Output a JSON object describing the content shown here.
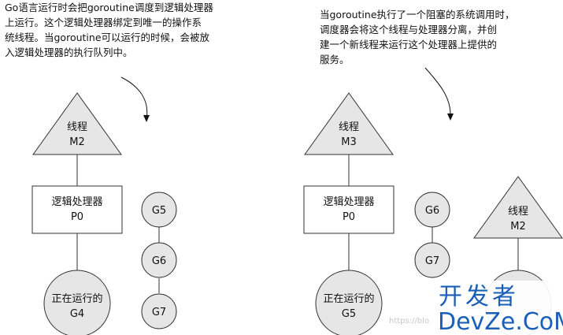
{
  "colors": {
    "node_fill": "#e6e6e6",
    "stroke": "#333333",
    "watermark": "#1a60b8"
  },
  "left": {
    "annotation_lines": [
      "Go语言运行时会把goroutine调度到逻辑处理器",
      "上运行。这个逻辑处理器绑定到唯一的操作系",
      "统线程。当goroutine可以运行的时候，会被放",
      "入逻辑处理器的执行队列中。"
    ],
    "thread": {
      "line1": "线程",
      "line2": "M2"
    },
    "processor": {
      "line1": "逻辑处理器",
      "line2": "P0"
    },
    "running": {
      "line1": "正在运行的",
      "line2": "G4"
    },
    "queue": [
      "G5",
      "G6",
      "G7"
    ]
  },
  "right": {
    "annotation_lines": [
      "当goroutine执行了一个阻塞的系统调用时，",
      "调度器会将这个线程与处理器分离，并创",
      "建一个新线程来运行这个处理器上提供的",
      "服务。"
    ],
    "blocked_thread": {
      "line1": "线程",
      "line2": "M3"
    },
    "processor": {
      "line1": "逻辑处理器",
      "line2": "P0"
    },
    "running": {
      "line1": "正在运行的",
      "line2": "G5"
    },
    "queue": [
      "G6",
      "G7"
    ],
    "new_thread": {
      "line1": "线程",
      "line2": "M2"
    }
  },
  "watermark": {
    "cn": "开发者",
    "en": "DevZe.CoM",
    "url": "https://blo"
  }
}
